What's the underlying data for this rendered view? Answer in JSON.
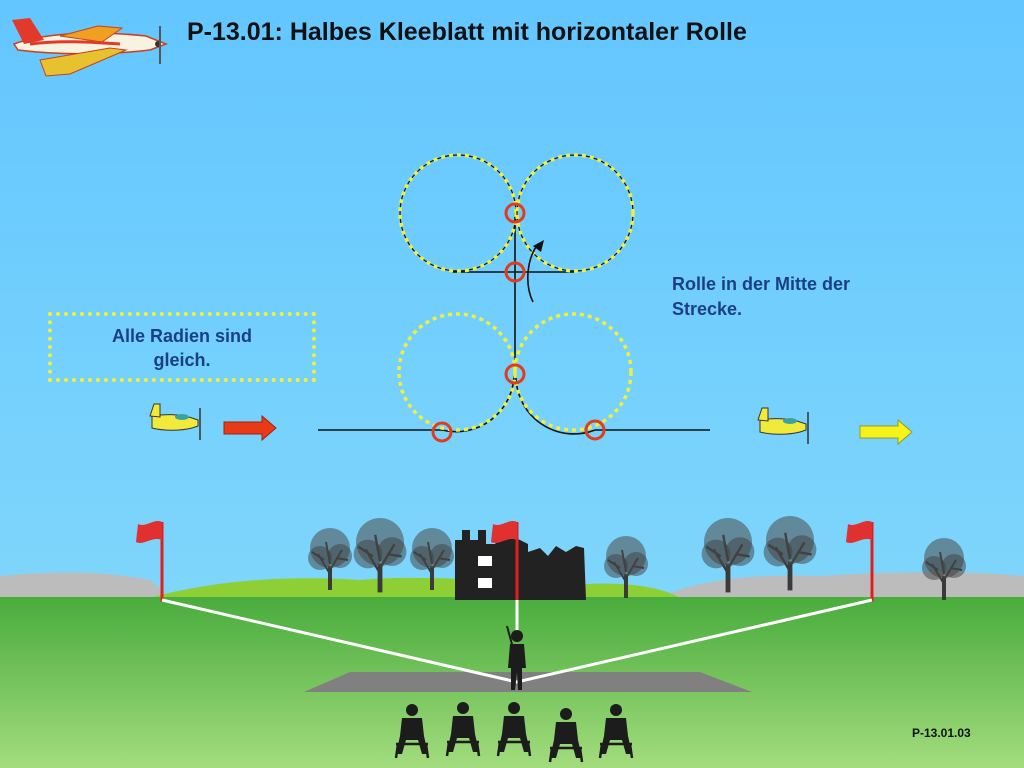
{
  "title": "P-13.01: Halbes Kleeblatt mit horizontaler Rolle",
  "notes": {
    "radii_line1": "Alle Radien sind",
    "radii_line2": "gleich.",
    "roll_line1": "Rolle in der Mitte der",
    "roll_line2": "Strecke."
  },
  "figure_code": "P-13.01.03",
  "colors": {
    "sky": "#66ccff",
    "ground": "#5cb85c",
    "dotted_loop": "#f0f03c",
    "marker": "#e03c1e",
    "entry_arrow": "#e83a16",
    "exit_arrow": "#f4f41a",
    "text_blue": "#1a3f86"
  },
  "icons": [
    "logo-plane-icon",
    "entry-plane-icon",
    "exit-plane-icon",
    "tree-icon",
    "flag-icon",
    "castle-icon",
    "pilot-icon",
    "spectator-icon"
  ]
}
